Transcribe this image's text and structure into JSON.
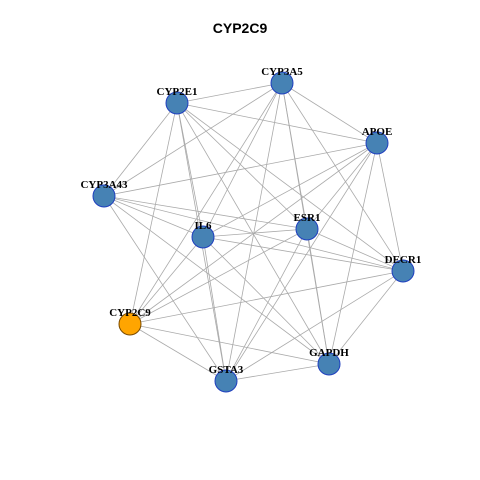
{
  "title": "CYP2C9",
  "colors": {
    "node_fill": "#4682B4",
    "node_stroke": "#1F3FBF",
    "highlight_fill": "#FFA500",
    "highlight_stroke": "#7A4A00",
    "edge": "#AAAAAA"
  },
  "nodes": [
    {
      "id": "CYP3A5",
      "label": "CYP3A5",
      "highlight": false
    },
    {
      "id": "CYP2E1",
      "label": "CYP2E1",
      "highlight": false
    },
    {
      "id": "APOE",
      "label": "APOE",
      "highlight": false
    },
    {
      "id": "CYP3A43",
      "label": "CYP3A43",
      "highlight": false
    },
    {
      "id": "ESR1",
      "label": "ESR1",
      "highlight": false
    },
    {
      "id": "IL6",
      "label": "IL6",
      "highlight": false
    },
    {
      "id": "DECR1",
      "label": "DECR1",
      "highlight": false
    },
    {
      "id": "CYP2C9",
      "label": "CYP2C9",
      "highlight": true
    },
    {
      "id": "GAPDH",
      "label": "GAPDH",
      "highlight": false
    },
    {
      "id": "GSTA3",
      "label": "GSTA3",
      "highlight": false
    }
  ],
  "edges": [
    [
      "CYP2E1",
      "CYP3A5"
    ],
    [
      "CYP2E1",
      "APOE"
    ],
    [
      "CYP2E1",
      "ESR1"
    ],
    [
      "CYP2E1",
      "IL6"
    ],
    [
      "CYP2E1",
      "DECR1"
    ],
    [
      "CYP2E1",
      "GAPDH"
    ],
    [
      "CYP2E1",
      "GSTA3"
    ],
    [
      "CYP2E1",
      "CYP3A43"
    ],
    [
      "CYP2E1",
      "CYP2C9"
    ],
    [
      "CYP3A5",
      "APOE"
    ],
    [
      "CYP3A5",
      "CYP3A43"
    ],
    [
      "CYP3A5",
      "ESR1"
    ],
    [
      "CYP3A5",
      "IL6"
    ],
    [
      "CYP3A5",
      "GAPDH"
    ],
    [
      "CYP3A5",
      "GSTA3"
    ],
    [
      "CYP3A5",
      "CYP2C9"
    ],
    [
      "CYP3A5",
      "DECR1"
    ],
    [
      "APOE",
      "CYP3A43"
    ],
    [
      "APOE",
      "IL6"
    ],
    [
      "APOE",
      "ESR1"
    ],
    [
      "APOE",
      "DECR1"
    ],
    [
      "APOE",
      "GAPDH"
    ],
    [
      "APOE",
      "GSTA3"
    ],
    [
      "APOE",
      "CYP2C9"
    ],
    [
      "CYP3A43",
      "ESR1"
    ],
    [
      "CYP3A43",
      "IL6"
    ],
    [
      "CYP3A43",
      "DECR1"
    ],
    [
      "CYP3A43",
      "GAPDH"
    ],
    [
      "CYP3A43",
      "GSTA3"
    ],
    [
      "ESR1",
      "IL6"
    ],
    [
      "ESR1",
      "DECR1"
    ],
    [
      "ESR1",
      "GAPDH"
    ],
    [
      "ESR1",
      "GSTA3"
    ],
    [
      "ESR1",
      "CYP2C9"
    ],
    [
      "IL6",
      "DECR1"
    ],
    [
      "IL6",
      "GAPDH"
    ],
    [
      "IL6",
      "GSTA3"
    ],
    [
      "IL6",
      "CYP2C9"
    ],
    [
      "DECR1",
      "GAPDH"
    ],
    [
      "DECR1",
      "GSTA3"
    ],
    [
      "DECR1",
      "CYP2C9"
    ],
    [
      "CYP2C9",
      "GAPDH"
    ],
    [
      "CYP2C9",
      "GSTA3"
    ],
    [
      "GSTA3",
      "GAPDH"
    ]
  ]
}
